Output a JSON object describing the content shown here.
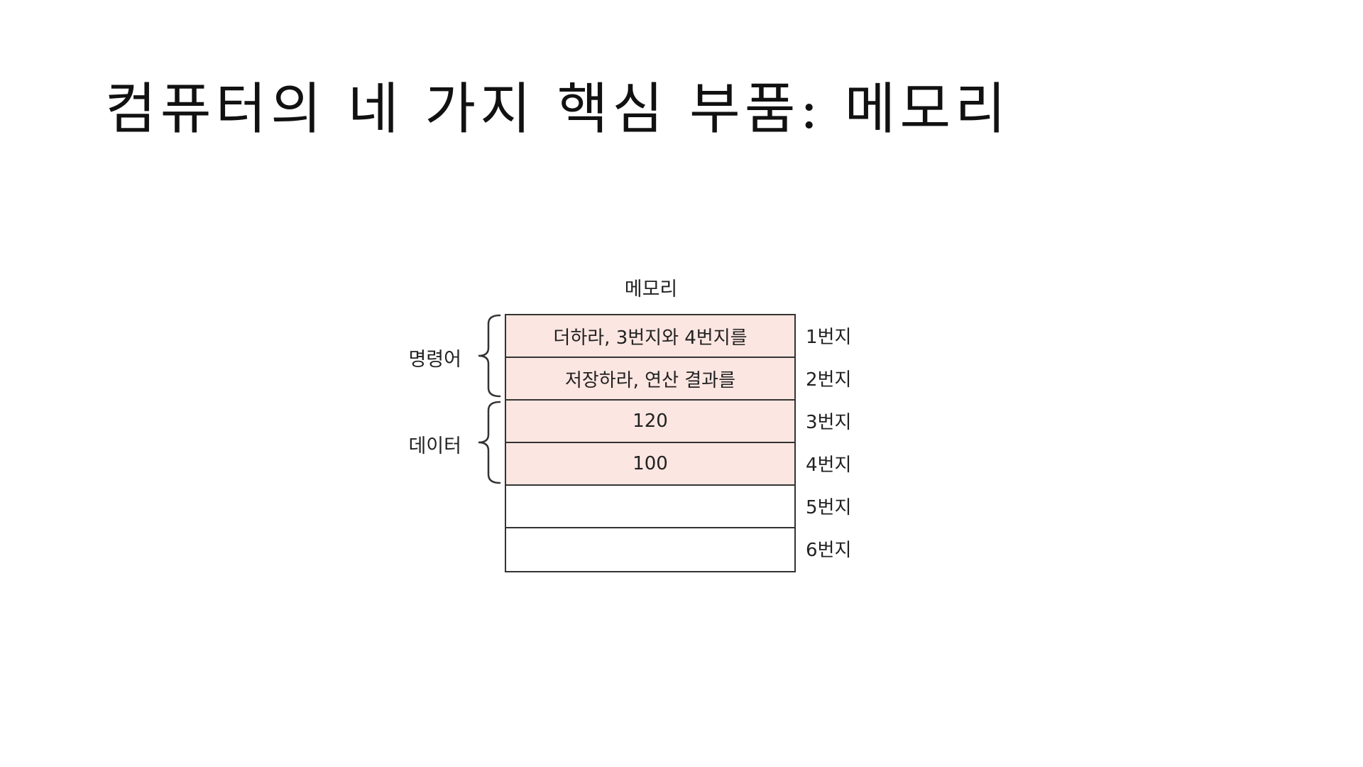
{
  "slide": {
    "title": "컴퓨터의 네 가지 핵심 부품: 메모리"
  },
  "diagram": {
    "memory_label": "메모리",
    "cells": [
      {
        "content": "더하라, 3번지와 4번지를",
        "filled": true
      },
      {
        "content": "저장하라, 연산 결과를",
        "filled": true
      },
      {
        "content": "120",
        "filled": true
      },
      {
        "content": "100",
        "filled": true
      },
      {
        "content": "",
        "filled": false
      },
      {
        "content": "",
        "filled": false
      }
    ],
    "addresses": [
      "1번지",
      "2번지",
      "3번지",
      "4번지",
      "5번지",
      "6번지"
    ],
    "groups": {
      "instruction": "명령어",
      "data": "데이터"
    },
    "colors": {
      "filled_cell": "#fce6e1",
      "line": "#333333"
    }
  }
}
